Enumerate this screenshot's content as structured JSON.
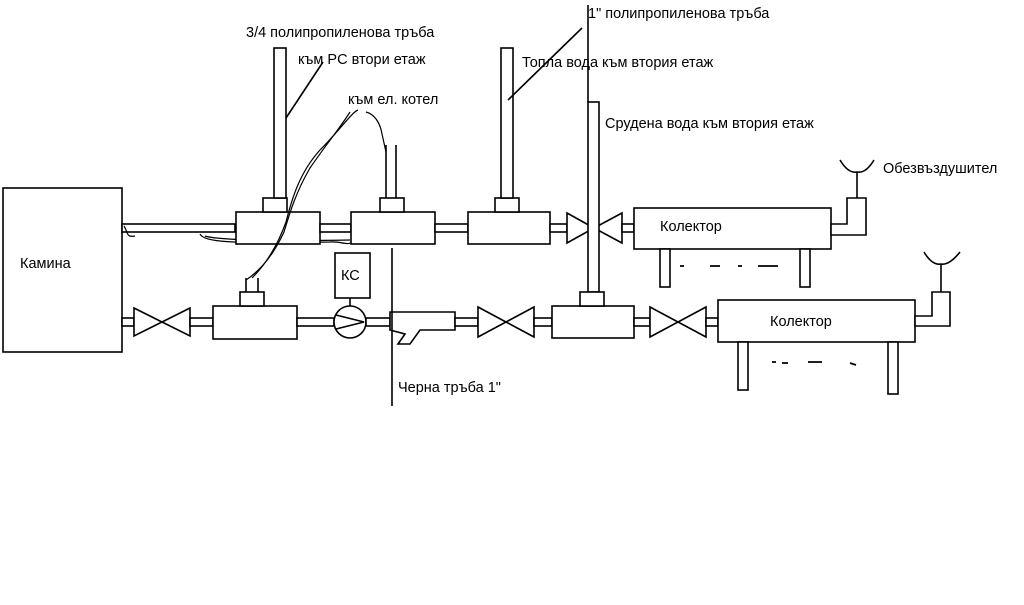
{
  "diagram": {
    "labels": {
      "kamina": "Камина",
      "pipe_34": "3/4 полипропиленова тръба",
      "to_pc": "към PC втори етаж",
      "to_boiler": "към ел. котел",
      "pipe_1": "1\" полипропиленова тръба",
      "hot_water": "Топла вода към втория етаж",
      "cold_water": "Срудена вода към втория етаж",
      "air_vent": "Обезвъздушител",
      "collector_top": "Колектор",
      "collector_bottom": "Колектор",
      "kc": "КС",
      "black_pipe": "Черна тръба 1\""
    }
  }
}
